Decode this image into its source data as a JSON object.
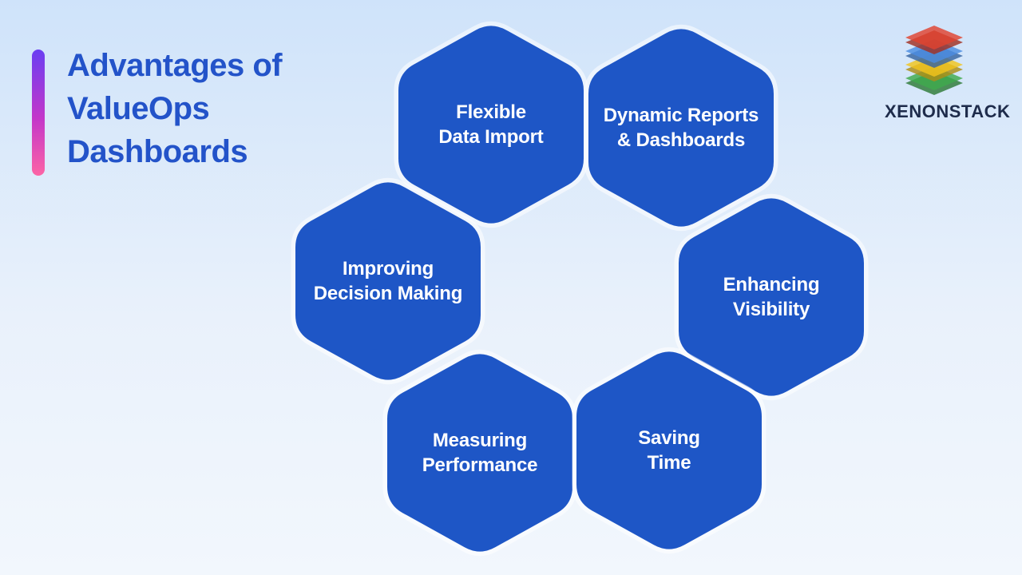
{
  "header": {
    "title_lines": [
      "Advantages of",
      "ValueOps",
      "Dashboards"
    ]
  },
  "logo": {
    "text": "XENONSTACK",
    "layers": [
      "red",
      "blue",
      "yellow",
      "green"
    ]
  },
  "hexagons": [
    {
      "lines": [
        "Flexible",
        "Data Import"
      ]
    },
    {
      "lines": [
        "Dynamic Reports",
        "& Dashboards"
      ]
    },
    {
      "lines": [
        "Improving",
        "Decision Making"
      ]
    },
    {
      "lines": [
        "Enhancing",
        "Visibility"
      ]
    },
    {
      "lines": [
        "Measuring",
        "Performance"
      ]
    },
    {
      "lines": [
        "Saving",
        "Time"
      ]
    }
  ],
  "colors": {
    "background_top": "#cfe3fa",
    "background_mid": "#e9f1fb",
    "background_bottom": "#f2f7fd",
    "hex_fill": "#1e56c6",
    "hex_text": "#ffffff",
    "title_color": "#2353c9",
    "accent_start": "#6a3ef2",
    "accent_mid": "#c437c9",
    "accent_end": "#fc64a5",
    "logo_text_color": "#1e2c4b",
    "logo_red": "#e0432f",
    "logo_blue": "#4a8ce2",
    "logo_yellow": "#f2c41d",
    "logo_green": "#3fa94d"
  }
}
